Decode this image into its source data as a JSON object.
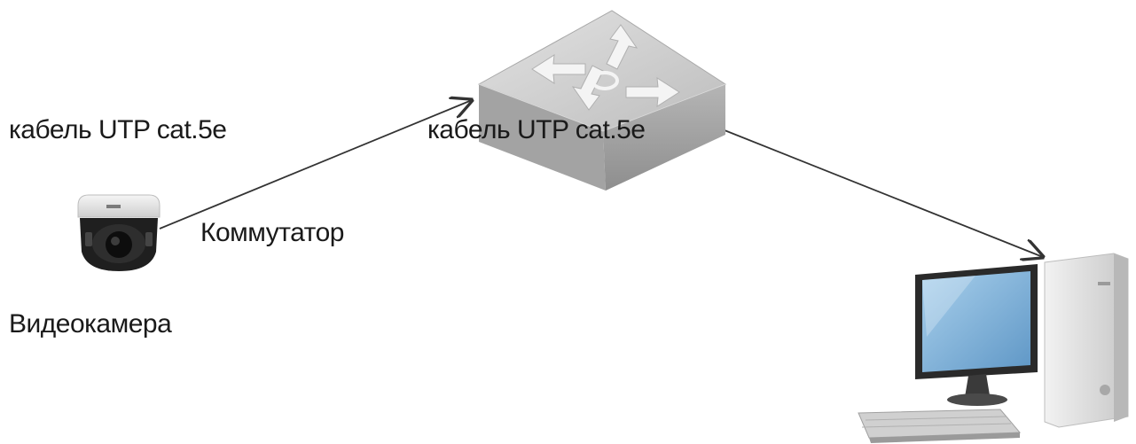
{
  "labels": {
    "cable_left": "кабель UTP cat.5e",
    "cable_mid": "кабель UTP cat.5e",
    "switch": "Коммутатор",
    "camera": "Видеокамера"
  },
  "icons": {
    "camera": "dome-camera-icon",
    "switch": "network-switch-icon",
    "computer": "desktop-computer-icon"
  },
  "colors": {
    "arrow": "#333333",
    "switch_top": "#cfcfcf",
    "switch_side": "#9c9c9c",
    "monitor_screen": "#7fb3d9",
    "camera_dome": "#2b2b2b"
  }
}
